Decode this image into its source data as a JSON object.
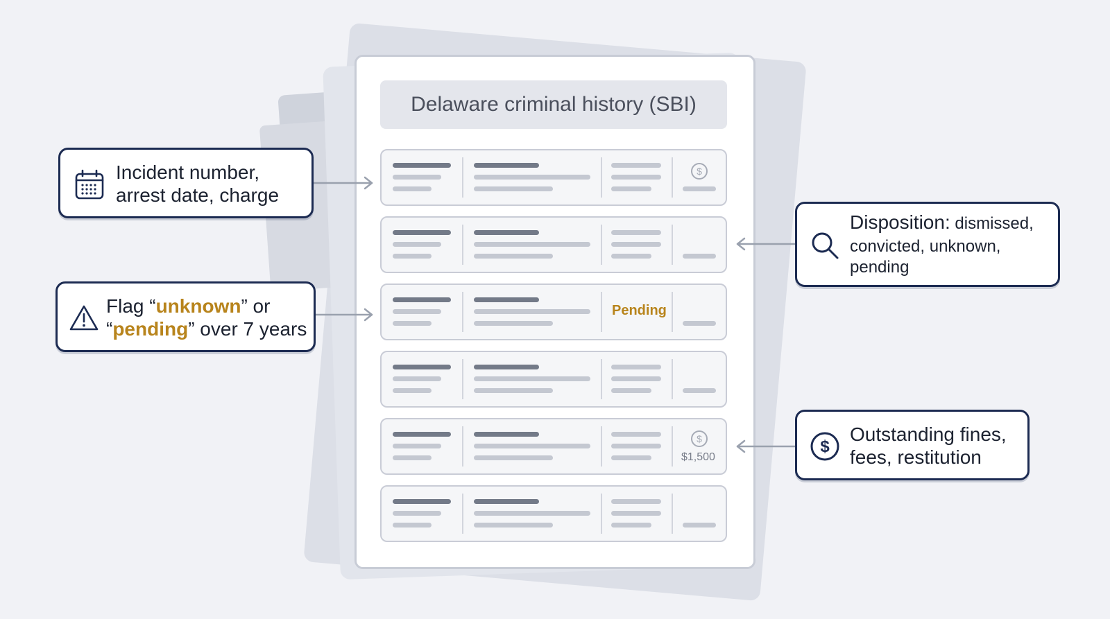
{
  "document": {
    "title": "Delaware criminal history (SBI)",
    "rows": [
      {
        "marker": "dollar-icon"
      },
      {},
      {
        "status": "Pending"
      },
      {},
      {
        "marker": "dollar-icon",
        "amount": "$1,500"
      },
      {}
    ]
  },
  "callouts": {
    "incident": {
      "icon": "calendar-icon",
      "line1": "Incident number,",
      "line2": "arrest date, charge"
    },
    "flag": {
      "icon": "warning-icon",
      "pre": "Flag “",
      "hl1": "unknown",
      "mid": "” or",
      "open2": "“",
      "hl2": "pending",
      "post": "” over 7 years"
    },
    "disposition": {
      "icon": "magnifier-icon",
      "head": "Disposition:",
      "rest1": " dismissed,",
      "line2": "convicted, unknown,",
      "line3": "pending"
    },
    "fines": {
      "icon": "dollar-circle-icon",
      "line1": "Outstanding fines,",
      "line2": "fees, restitution"
    }
  },
  "colors": {
    "accent": "#b8841c",
    "callout_border": "#1c2b52",
    "background": "#f1f2f6"
  }
}
